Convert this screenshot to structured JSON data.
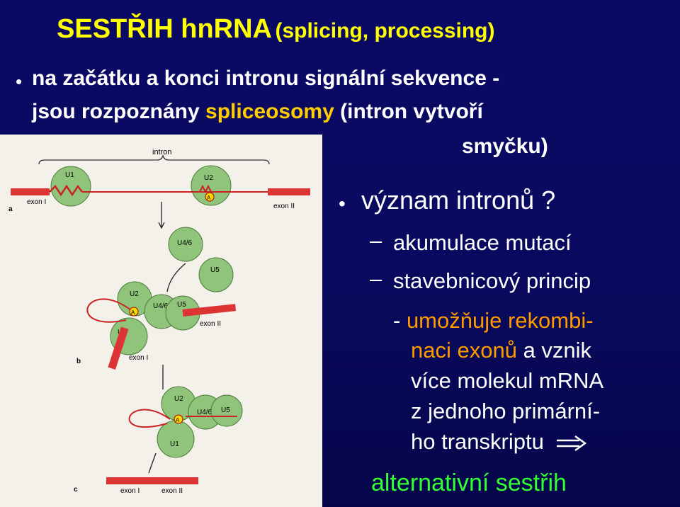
{
  "title": {
    "main": "SESTŘIH hnRNA",
    "sub": "(splicing, processing)"
  },
  "bullet1": {
    "line1": "na začátku a konci intronu signální sekvence -",
    "line2_a": "jsou rozpoznány",
    "line2_b": "spliceosomy",
    "line2_c": "(intron vytvoří",
    "line3": "smyčku)"
  },
  "bullet2": {
    "text": "význam intronů ?"
  },
  "sub1": {
    "text": "akumulace mutací"
  },
  "sub2": {
    "text": "stavebnicový princip"
  },
  "detail": {
    "l1_a": "- ",
    "l1_b": "umožňuje rekombi-",
    "l2_a": "naci exonů",
    "l2_b": " a vznik",
    "l3": "více molekul mRNA",
    "l4": "z jednoho primární-",
    "l5": "ho transkriptu"
  },
  "conclusion": "alternativní sestřih",
  "figure": {
    "intron": "intron",
    "a": "a",
    "b": "b",
    "c": "c",
    "exon1": "exon I",
    "exon2": "exon II",
    "u1": "U1",
    "u2": "U2",
    "u46": "U4/6",
    "u5": "U5",
    "A": "A"
  },
  "colors": {
    "title": "#ffff00",
    "highlight": "#ffcc00",
    "orange": "#ff9900",
    "green": "#33ff33",
    "background": "#0a0a66"
  }
}
